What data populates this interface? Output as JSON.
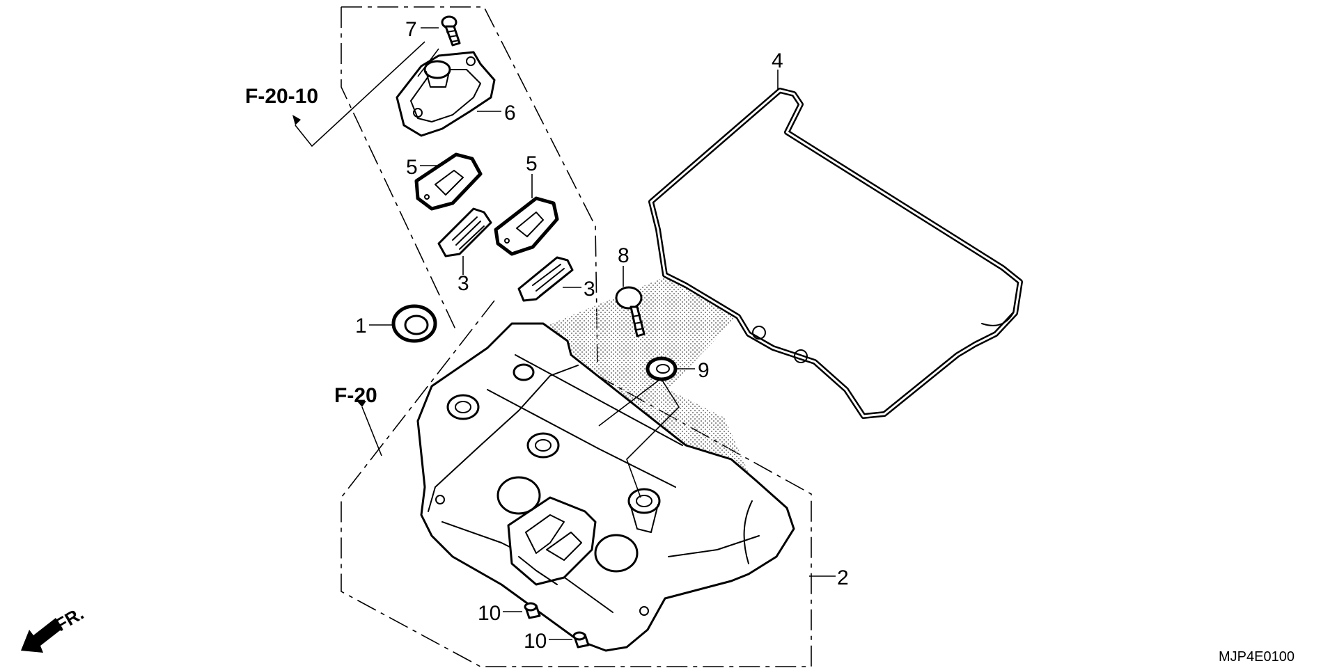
{
  "callouts": {
    "p1": "1",
    "p2": "2",
    "p3a": "3",
    "p3b": "3",
    "p4": "4",
    "p5a": "5",
    "p5b": "5",
    "p6": "6",
    "p7": "7",
    "p8": "8",
    "p9": "9",
    "p10a": "10",
    "p10b": "10"
  },
  "references": {
    "ref_upper": "F-20-10",
    "ref_lower": "F-20"
  },
  "direction_label": "FR.",
  "diagram_code": "MJP4E0100",
  "colors": {
    "line": "#000000",
    "background": "#ffffff",
    "shade": "#9a9a9a"
  }
}
